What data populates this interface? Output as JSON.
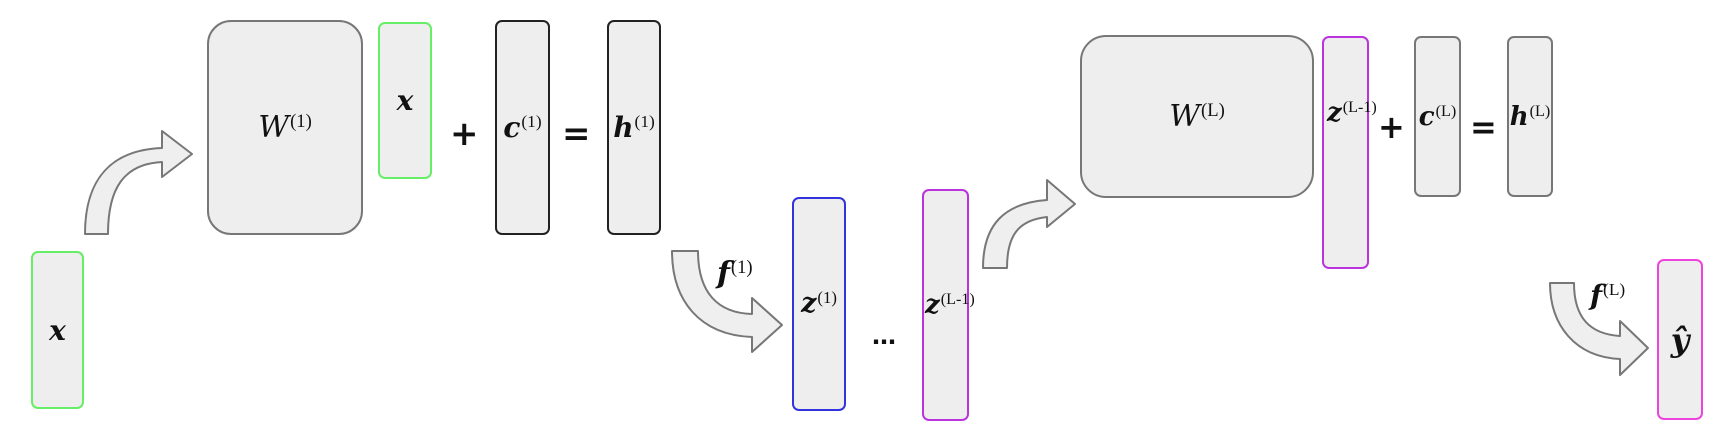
{
  "colors": {
    "box_fill": "#eeeeee",
    "border_gray": "#777777",
    "border_dark": "#222222",
    "green": "#66ee66",
    "blue": "#3333dd",
    "purple": "#bb33dd",
    "magenta": "#ee44dd",
    "arrow_fill": "#efefef",
    "arrow_stroke": "#777777"
  },
  "labels": {
    "x_input": {
      "base": "x",
      "sup": ""
    },
    "w1": {
      "base": "W",
      "sup": "(1)"
    },
    "x_col": {
      "base": "x",
      "sup": ""
    },
    "plus_1": "+",
    "c1": {
      "base": "c",
      "sup": "(1)"
    },
    "eq_1": "=",
    "h1": {
      "base": "h",
      "sup": "(1)"
    },
    "f1": {
      "base": "f",
      "sup": "(1)"
    },
    "z1": {
      "base": "z",
      "sup": "(1)"
    },
    "dots": "…",
    "zl1_mid": {
      "base": "z",
      "sup": "(L-1)"
    },
    "wl": {
      "base": "W",
      "sup": "(L)"
    },
    "zl1_col": {
      "base": "z",
      "sup": "(L-1)"
    },
    "plus_l": "+",
    "cl": {
      "base": "c",
      "sup": "(L)"
    },
    "eq_l": "=",
    "hl": {
      "base": "h",
      "sup": "(L)"
    },
    "fl": {
      "base": "f",
      "sup": "(L)"
    },
    "yhat": {
      "base": "ŷ",
      "sup": ""
    }
  }
}
